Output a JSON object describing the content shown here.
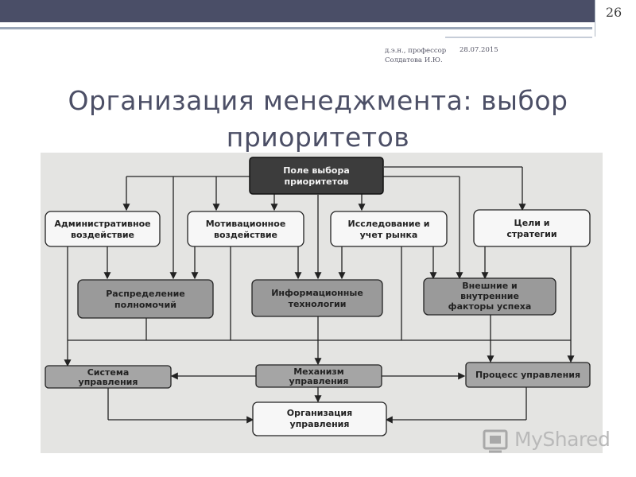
{
  "slide": {
    "page_number": "26",
    "author_line1": "д.э.н., профессор",
    "author_line2": "Солдатова И.Ю.",
    "date": "28.07.2015",
    "title": "Организация менеджмента:  выбор приоритетов"
  },
  "diagram": {
    "nodes": {
      "priorities": [
        "Поле выбора",
        "приоритетов"
      ],
      "admin": [
        "Административное",
        "воздействие"
      ],
      "motiv": [
        "Мотивационное",
        "воздействие"
      ],
      "research": [
        "Исследование и",
        "учет рынка"
      ],
      "goals": [
        "Цели и",
        "стратегии"
      ],
      "distribution": [
        "Распределение",
        "полномочий"
      ],
      "it": [
        "Информационные",
        "технологии"
      ],
      "factors": [
        "Внешние и",
        "внутренние",
        "факторы успеха"
      ],
      "system": [
        "Система",
        "управления"
      ],
      "mechanism": [
        "Механизм",
        "управления"
      ],
      "process": [
        "Процесс управления"
      ],
      "org": [
        "Организация",
        "управления"
      ]
    }
  },
  "watermark": {
    "text": "MyShared"
  }
}
